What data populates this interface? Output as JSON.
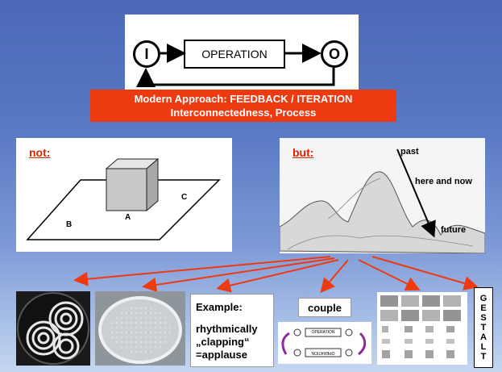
{
  "header": {
    "input_label": "I",
    "operation_label": "OPERATION",
    "output_label": "O"
  },
  "banner": {
    "line1": "Modern Approach: FEEDBACK / ITERATION",
    "line2": "Interconnectedness, Process"
  },
  "not_panel": {
    "title": "not:",
    "label_a": "A",
    "label_b": "B",
    "label_c": "C"
  },
  "but_panel": {
    "title": "but:",
    "past": "past",
    "here_and_now": "here and now",
    "future": "future"
  },
  "example": {
    "title": "Example:",
    "line1": "rhythmically",
    "line2": "„clapping“",
    "line3": "=applause"
  },
  "couple": {
    "label": "couple",
    "top_op": "OPERATION",
    "bottom_op": "OPERATION"
  },
  "gestalt": [
    "G",
    "E",
    "S",
    "T",
    "A",
    "L",
    "T"
  ],
  "colors": {
    "accent_red": "#ee3a10",
    "label_red": "#dd2200",
    "background_top": "#4a68b6",
    "background_bottom": "#c5d6f0"
  }
}
